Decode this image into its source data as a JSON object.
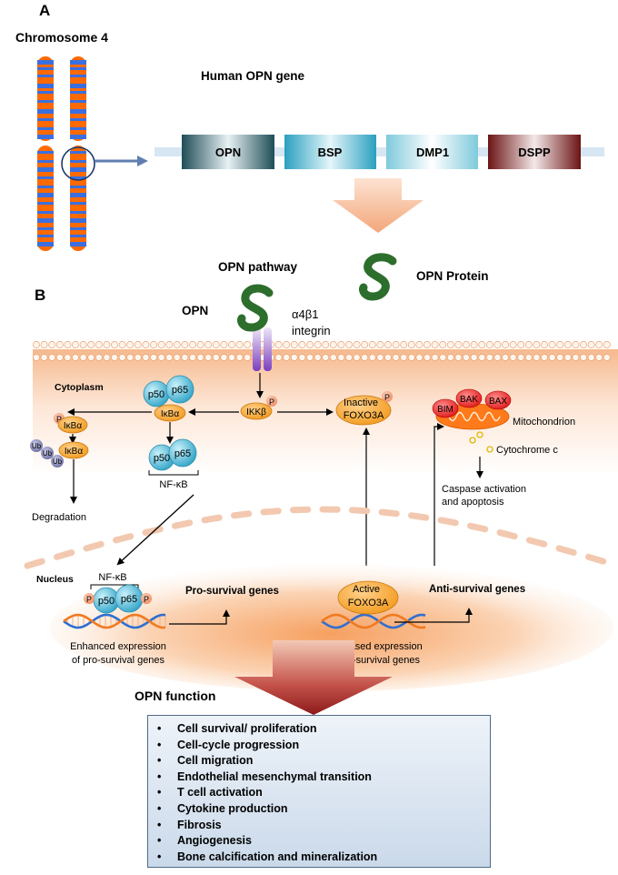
{
  "panel_a": {
    "label": "A",
    "chromosome_label": "Chromosome 4",
    "gene_title": "Human OPN gene",
    "genes": [
      "OPN",
      "BSP",
      "DMP1",
      "DSPP"
    ],
    "colors": {
      "opn": "#2a5a66",
      "bsp": "#35a7c3",
      "dmp1": "#8fd2e1",
      "dspp": "#7a1a1a",
      "chromosome_orange": "#ff6a00",
      "chromosome_blue": "#3b6fe0"
    }
  },
  "panel_b": {
    "label": "B",
    "pathway_title": "OPN pathway",
    "protein_label": "OPN Protein",
    "opn_label": "OPN",
    "integrin_label_1": "α4β1",
    "integrin_label_2": "integrin",
    "cytoplasm_label": "Cytoplasm",
    "nucleus_label": "Nucleus",
    "p50": "p50",
    "p65": "p65",
    "ikba": "IκBα",
    "ikkb": "IKKβ",
    "p": "P",
    "ub": "Ub",
    "degradation": "Degradation",
    "nfkb": "NF-κB",
    "inactive_foxo_1": "Inactive",
    "inactive_foxo_2": "FOXO3A",
    "active_foxo_1": "Active",
    "active_foxo_2": "FOXO3A",
    "bim": "BIM",
    "bak": "BAK",
    "bax": "BAX",
    "mitochondrion": "Mitochondrion",
    "cytochrome": "Cytochrome c",
    "caspase_1": "Caspase activation",
    "caspase_2": "and apoptosis",
    "pro_survival": "Pro-survival genes",
    "anti_survival": "Anti-survival genes",
    "enhanced_1": "Enhanced expression",
    "enhanced_2": "of pro-survival genes",
    "decreased_1": "Decreased expression",
    "decreased_2": "of anti-survival genes"
  },
  "function": {
    "title": "OPN function",
    "items": [
      "Cell survival/ proliferation",
      "Cell-cycle progression",
      "Cell migration",
      "Endothelial mesenchymal transition",
      "T cell activation",
      "Cytokine production",
      "Fibrosis",
      "Angiogenesis",
      "Bone calcification and mineralization"
    ]
  }
}
